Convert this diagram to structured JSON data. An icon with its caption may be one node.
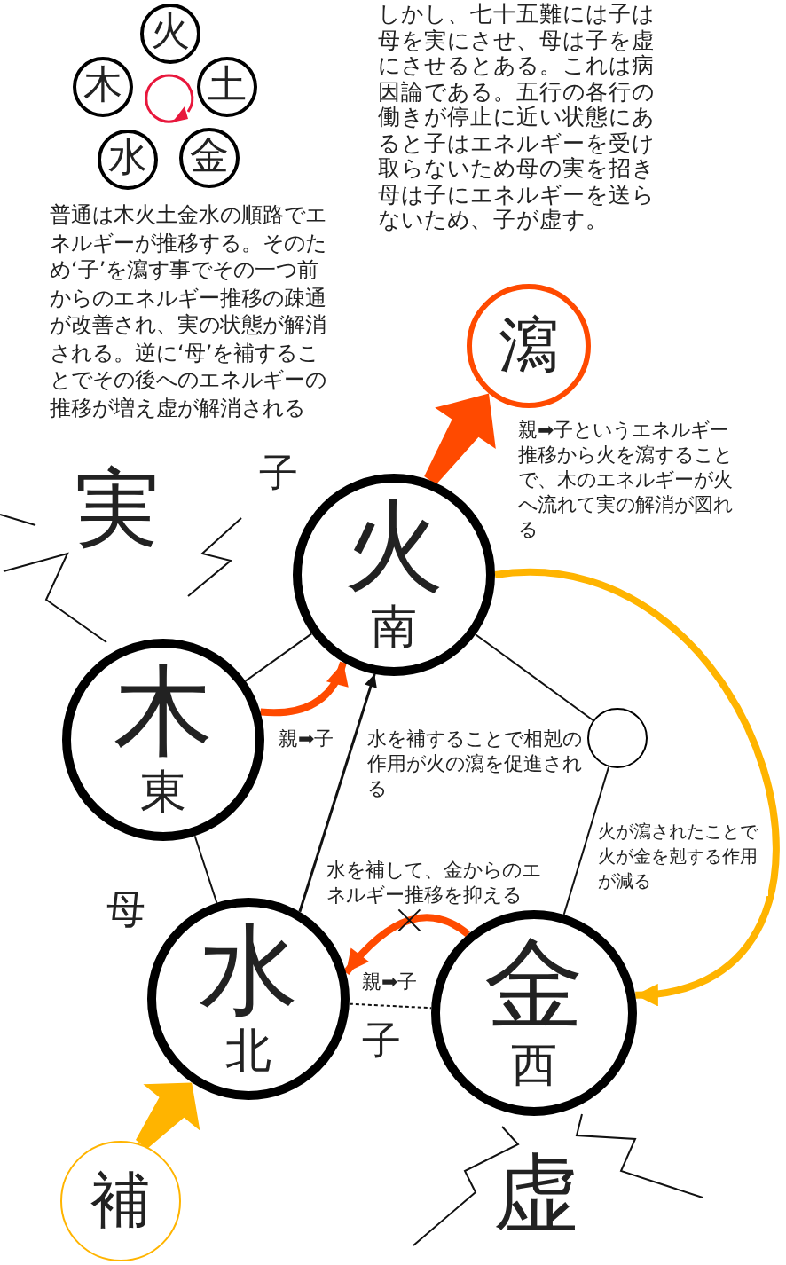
{
  "diagram": {
    "nodes": [
      {
        "text": [
          "火"
        ]
      },
      {
        "text": [
          "木"
        ]
      },
      {
        "text": [
          "土"
        ]
      },
      {
        "text": [
          "水"
        ]
      },
      {
        "text": [
          "金"
        ]
      },
      {
        "text": [
          "瀉"
        ]
      },
      {
        "text": [
          "火",
          "南"
        ]
      },
      {
        "text": [
          "木",
          "東"
        ]
      },
      {
        "text": [],
        "shape": "circle"
      },
      {
        "text": [
          "水",
          "北"
        ]
      },
      {
        "text": [
          "金",
          "西"
        ]
      },
      {
        "text": [
          "補"
        ]
      }
    ],
    "edges": [
      {
        "from": 7,
        "to": 6,
        "arrow": "none"
      },
      {
        "from": 6,
        "to": 8,
        "arrow": "none"
      },
      {
        "from": 8,
        "to": 10,
        "arrow": "none"
      },
      {
        "from": 9,
        "to": 10,
        "arrow": "none",
        "style": "dashed",
        "label": "親➡子"
      },
      {
        "from": 7,
        "to": 9,
        "arrow": "none"
      },
      {
        "from": 7,
        "to": 6,
        "arrow": "to",
        "style": "thick",
        "color": "#ff4a00",
        "label": "親➡子"
      },
      {
        "from": 9,
        "to": 6,
        "arrow": "to",
        "label": "水を補することで相剋の作用が火の瀉を促進される"
      },
      {
        "from": 10,
        "to": 9,
        "arrow": "to",
        "style": "thick",
        "color": "#ff4a00",
        "label": "水を補して、金からのエネルギー推移を抑える"
      },
      {
        "from": 6,
        "to": 5,
        "arrow": "to",
        "style": "thick",
        "color": "#ff4a00",
        "label": "親➡子というエネルギー推移から火を瀉することで、木のエネルギーが火へ流れて実の解消が図れる"
      },
      {
        "from": 6,
        "to": 10,
        "arrow": "to",
        "style": "thick",
        "color": "#ffb400",
        "label": "火が瀉されたことで火が金を剋する作用が減る"
      },
      {
        "from": 11,
        "to": 9,
        "arrow": "to",
        "style": "thick",
        "color": "#ffb400"
      }
    ],
    "labels": [
      "しかし、七十五難には子は母を実にさせ、母は子を虚にさせるとある。これは病因論である。五行の各行の働きが停止に近い状態にあると子はエネルギーを受け取らないため母の実を招き母は子にエネルギーを送らないため、子が虚す。",
      "普通は木火土金水の順路でエネルギーが推移する。そのため‘子’を瀉す事でその一つ前からのエネルギー推移の疎通が改善され、実の状態が解消される。逆に‘母’を補することでその後へのエネルギーの推移が増え虚が解消される",
      "実",
      "子",
      "母",
      "子",
      "虚"
    ]
  }
}
